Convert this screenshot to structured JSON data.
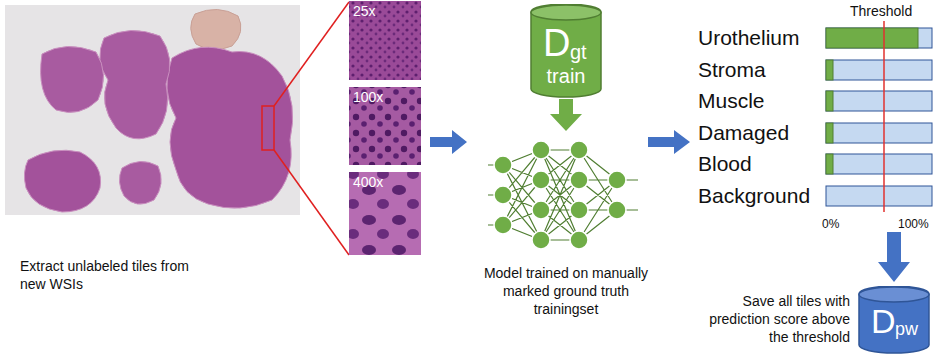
{
  "diagram": {
    "nodes": [
      {
        "text": [
          "25x"
        ]
      },
      {
        "text": [
          "100x"
        ]
      },
      {
        "text": [
          "400x"
        ]
      },
      {
        "text": [
          "D",
          "gt",
          "train"
        ]
      },
      {
        "text": [
          "D",
          "pw"
        ]
      }
    ],
    "labels": [
      "Extract unlabeled tiles from new WSIs",
      "Model trained on manually marked ground truth trainingset",
      "Threshold",
      "Urothelium",
      "Stroma",
      "Muscle",
      "Damaged",
      "Blood",
      "Background",
      "0%",
      "100%",
      "Save all tiles with prediction score above the threshold"
    ]
  }
}
